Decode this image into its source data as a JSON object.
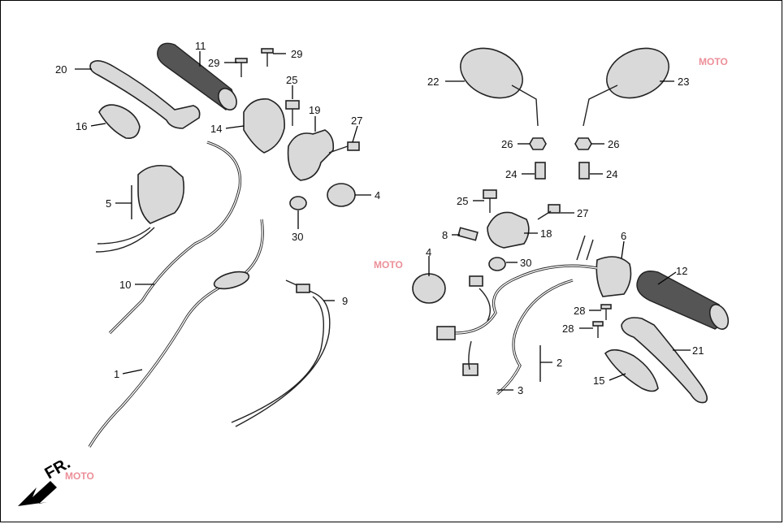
{
  "diagram": {
    "front_arrow_label": "FR.",
    "callouts": {
      "p1": "1",
      "p2": "2",
      "p3": "3",
      "p4a": "4",
      "p4b": "4",
      "p5": "5",
      "p6": "6",
      "p8": "8",
      "p9": "9",
      "p10": "10",
      "p11": "11",
      "p12": "12",
      "p14": "14",
      "p15": "15",
      "p16": "16",
      "p18": "18",
      "p19": "19",
      "p20": "20",
      "p21": "21",
      "p22": "22",
      "p23": "23",
      "p24a": "24",
      "p24b": "24",
      "p25a": "25",
      "p25b": "25",
      "p26a": "26",
      "p26b": "26",
      "p27a": "27",
      "p27b": "27",
      "p28a": "28",
      "p28b": "28",
      "p29a": "29",
      "p29b": "29",
      "p30a": "30",
      "p30b": "30"
    }
  }
}
